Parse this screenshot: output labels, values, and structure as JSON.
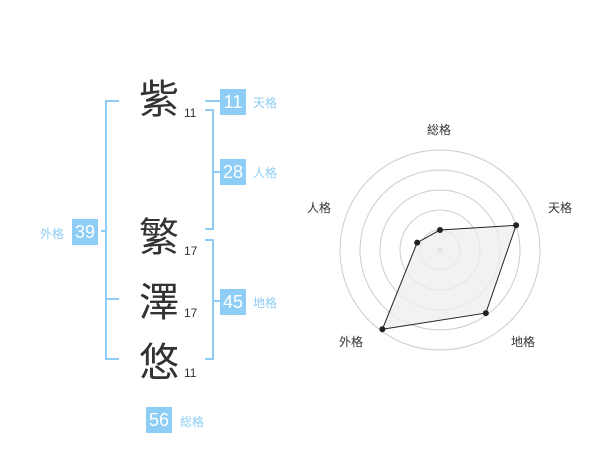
{
  "name_chars": [
    {
      "char": "紫",
      "strokes": "11"
    },
    {
      "char": "繁",
      "strokes": "17"
    },
    {
      "char": "澤",
      "strokes": "17"
    },
    {
      "char": "悠",
      "strokes": "11"
    }
  ],
  "kakusu": {
    "tenkaku": {
      "value": "11",
      "label": "天格"
    },
    "jinkaku": {
      "value": "28",
      "label": "人格"
    },
    "chikaku": {
      "value": "45",
      "label": "地格"
    },
    "gaikaku": {
      "value": "39",
      "label": "外格"
    },
    "soukaku": {
      "value": "56",
      "label": "総格"
    }
  },
  "colors": {
    "accent": "#8ecdf5",
    "text": "#333333",
    "ring": "#cccccc",
    "fill": "#eeeeee",
    "polygon": "#222222",
    "center": "#cccccc"
  },
  "chart_data": {
    "type": "radar",
    "axes": [
      "総格",
      "天格",
      "地格",
      "外格",
      "人格"
    ],
    "levels": 5,
    "values": [
      1.0,
      4.0,
      3.9,
      4.9,
      1.2
    ],
    "max": 5
  }
}
